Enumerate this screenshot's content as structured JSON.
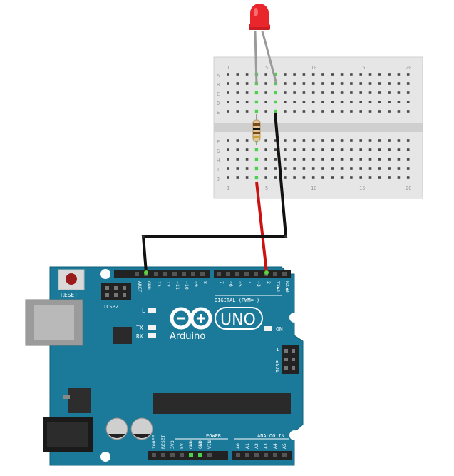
{
  "breadboard": {
    "columns_top": [
      "1",
      "5",
      "10",
      "15",
      "20"
    ],
    "columns_bottom": [
      "1",
      "5",
      "10",
      "15",
      "20"
    ],
    "rows_top": [
      "A",
      "B",
      "C",
      "D",
      "E"
    ],
    "rows_bottom": [
      "F",
      "G",
      "H",
      "I",
      "J"
    ]
  },
  "arduino": {
    "reset_label": "RESET",
    "icsp2_label": "ICSP2",
    "icsp_label": "ICSP",
    "l_label": "L",
    "tx_label": "TX",
    "rx_label": "RX",
    "on_label": "ON",
    "brand_name": "Arduino",
    "model_name": "UNO",
    "digital_label": "DIGITAL (PWM=~)",
    "power_label": "POWER",
    "analog_label": "ANALOG IN",
    "top_pins": [
      "AREF",
      "GND",
      "13",
      "12",
      "~11",
      "~10",
      "~9",
      "8",
      "7",
      "~6",
      "~5",
      "4",
      "~3",
      "2",
      "TX▶1",
      "RX◀0"
    ],
    "bottom_pins": [
      "IOREF",
      "RESET",
      "3V3",
      "5V",
      "GND",
      "GND",
      "VIN",
      "A0",
      "A1",
      "A2",
      "A3",
      "A4",
      "A5"
    ]
  },
  "colors": {
    "board": "#1b7a9a",
    "breadboard": "#e6e6e6",
    "led": "#e8262b",
    "wire_red": "#cc1111",
    "wire_black": "#111111"
  }
}
